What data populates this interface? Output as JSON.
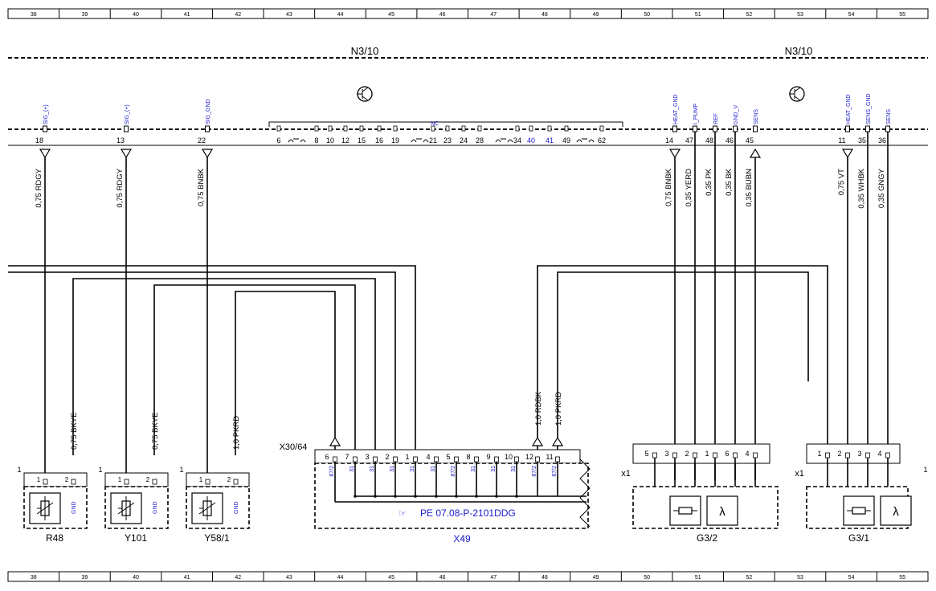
{
  "ruler_numbers": [
    "38",
    "39",
    "40",
    "41",
    "42",
    "43",
    "44",
    "45",
    "46",
    "47",
    "48",
    "49",
    "50",
    "51",
    "52",
    "53",
    "54",
    "55"
  ],
  "ecu": {
    "left_label": "N3/10",
    "right_label": "N3/10"
  },
  "ecu_pins": [
    {
      "num": "18",
      "sig": "SIG_(+)",
      "wire": "0,75 RDGY"
    },
    {
      "num": "13",
      "sig": "SIG_(+)",
      "wire": "0,75 RDGY"
    },
    {
      "num": "22",
      "sig": "SIG_GND",
      "wire": "0,75 BNBK"
    },
    {
      "num": "14",
      "sig": "HEAT_GND",
      "wire": "0,75 BNBK"
    },
    {
      "num": "47",
      "sig": "I_PUMP",
      "wire": "0,35 YERD"
    },
    {
      "num": "48",
      "sig": "REF",
      "wire": "0,35 PK"
    },
    {
      "num": "46",
      "sig": "GND_V",
      "wire": "0,35 BK"
    },
    {
      "num": "45",
      "sig": "SENS",
      "wire": "0,35 BUBN"
    },
    {
      "num": "11",
      "sig": "HEAT_GND",
      "wire": "0,75 VT"
    },
    {
      "num": "35",
      "sig": "SENS_GND",
      "wire": "0,35 WHBK"
    },
    {
      "num": "36",
      "sig": "SENS",
      "wire": "0,35 GNGY"
    }
  ],
  "nc": {
    "label": "NC",
    "pins": [
      "6",
      "8",
      "10",
      "12",
      "15",
      "16",
      "19",
      "21",
      "23",
      "24",
      "28",
      "34",
      "40",
      "41",
      "49",
      "62"
    ]
  },
  "ground_wires": [
    "0,75 BKYE",
    "0,75 BKYE",
    "1,0 PKRD"
  ],
  "x49_wires": [
    "1,0 RDBK",
    "1,0 PKRD"
  ],
  "components": {
    "r48": {
      "name": "R48",
      "ref": "1",
      "pins": [
        "1",
        "2"
      ],
      "gnd": "GND"
    },
    "y101": {
      "name": "Y101",
      "ref": "1",
      "pins": [
        "1",
        "2"
      ],
      "gnd": "GND"
    },
    "y58": {
      "name": "Y58/1",
      "ref": "1",
      "pins": [
        "1",
        "2"
      ],
      "gnd": "GND"
    },
    "x49": {
      "name": "X49",
      "connector": "X30/64",
      "pins": [
        "6",
        "7",
        "3",
        "2",
        "1",
        "4",
        "5",
        "8",
        "9",
        "10",
        "12",
        "11"
      ],
      "sub": [
        "87/2",
        "31",
        "31",
        "31",
        "31",
        "31",
        "87/2",
        "31",
        "31",
        "31",
        "87/2",
        "87/2"
      ],
      "ref_text": "PE 07.08-P-2101DDG"
    },
    "g32": {
      "name": "G3/2",
      "x_label": "x1",
      "pins": [
        "5",
        "3",
        "2",
        "1",
        "6",
        "4"
      ]
    },
    "g31": {
      "name": "G3/1",
      "x_label": "x1",
      "pins": [
        "1",
        "2",
        "3",
        "4"
      ],
      "ref_right": "1"
    }
  }
}
